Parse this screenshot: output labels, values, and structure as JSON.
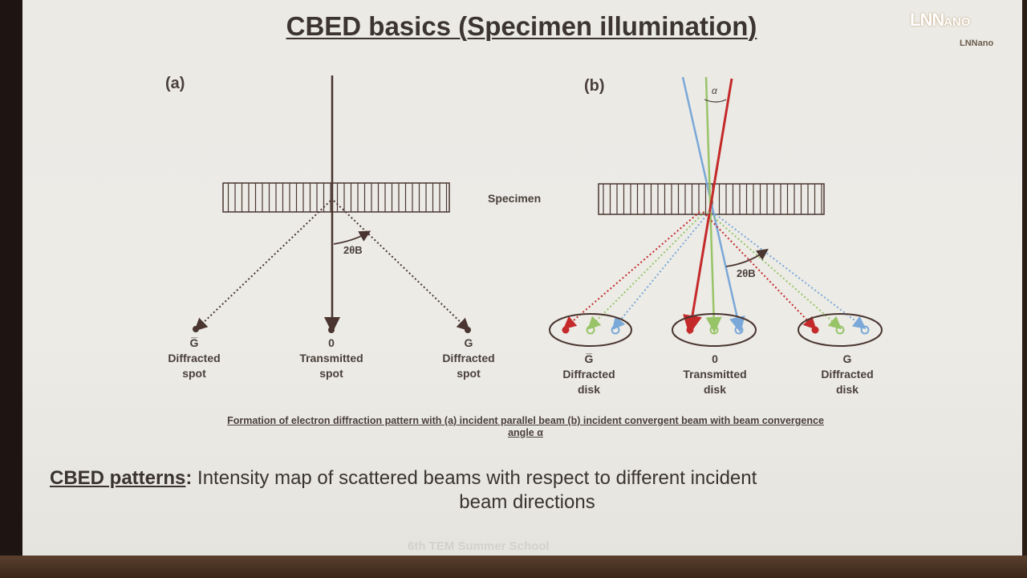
{
  "slide": {
    "title": "CBED basics (Specimen illumination)",
    "logo": {
      "main": "LNN",
      "ano": "ANO",
      "sub": "LNNano"
    },
    "specimen_label": "Specimen",
    "caption_line1": "Formation of electron diffraction pattern with (a) incident parallel beam (b) incident convergent beam with beam convergence",
    "caption_line2": "angle α",
    "patterns_key": "CBED patterns",
    "patterns_colon": ":",
    "patterns_text_1": "Intensity map of scattered beams with respect to different incident",
    "patterns_text_2": "beam directions",
    "footer": "6th TEM Summer School"
  },
  "panel_a": {
    "label": "(a)",
    "angle_label": "2θB",
    "spots": [
      {
        "index": "G̅",
        "name1": "Diffracted",
        "name2": "spot"
      },
      {
        "index": "0",
        "name1": "Transmitted",
        "name2": "spot"
      },
      {
        "index": "G",
        "name1": "Diffracted",
        "name2": "spot"
      }
    ]
  },
  "panel_b": {
    "label": "(b)",
    "alpha": "α",
    "angle_label": "2θB",
    "disks": [
      {
        "index": "G̅",
        "name1": "Diffracted",
        "name2": "disk"
      },
      {
        "index": "0",
        "name1": "Transmitted",
        "name2": "disk"
      },
      {
        "index": "G",
        "name1": "Diffracted",
        "name2": "disk"
      }
    ]
  },
  "colors": {
    "beam_dark": "#4a3530",
    "beam_red": "#c42a2a",
    "beam_green": "#98c468",
    "beam_blue": "#7aa8d8",
    "text": "#4a3f3a"
  }
}
